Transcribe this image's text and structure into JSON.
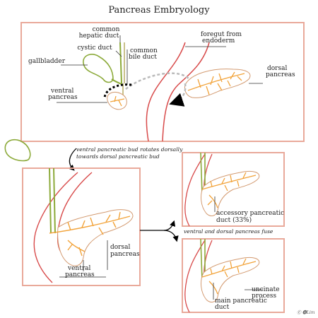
{
  "title": "Pancreas  Embryology",
  "colors": {
    "panel_border": "#e9a99a",
    "gut_line": "#d84a4a",
    "duct_orange": "#f2a33a",
    "pancreas_outline": "#d39a70",
    "gallbladder_green": "#8caa3a",
    "leader_line": "#333333",
    "arrow_grey": "#bbbbbb",
    "arrow_black": "#000000"
  },
  "panel_top": {
    "labels": {
      "common_hepatic_duct_l1": "common",
      "common_hepatic_duct_l2": "hepatic duct",
      "cystic_duct": "cystic duct",
      "common_bile_duct_l1": "common",
      "common_bile_duct_l2": "bile duct",
      "foregut_l1": "foregut from",
      "foregut_l2": "endoderm",
      "gallbladder": "gallbladder",
      "dorsal_pancreas_l1": "dorsal",
      "dorsal_pancreas_l2": "pancreas",
      "ventral_pancreas_l1": "ventral",
      "ventral_pancreas_l2": "pancreas"
    }
  },
  "annotations": {
    "rotation_l1": "ventral pancreatic bud rotates dorsally",
    "rotation_l2": "towards dorsal pancreatic bud",
    "fuse": "ventral and dorsal pancreas fuse"
  },
  "panel_left": {
    "labels": {
      "dorsal_l1": "dorsal",
      "dorsal_l2": "pancreas",
      "ventral_l1": "ventral",
      "ventral_l2": "pancreas"
    }
  },
  "panel_right_top": {
    "labels": {
      "accessory_l1": "accessory pancreatic",
      "accessory_l2": "duct (33%)"
    }
  },
  "panel_right_bottom": {
    "labels": {
      "uncinate_l1": "uncinate",
      "uncinate_l2": "process",
      "main_duct_l1": "main pancreatic",
      "main_duct_l2": "duct"
    }
  },
  "signature": "Ⓒ 🅐Lim"
}
